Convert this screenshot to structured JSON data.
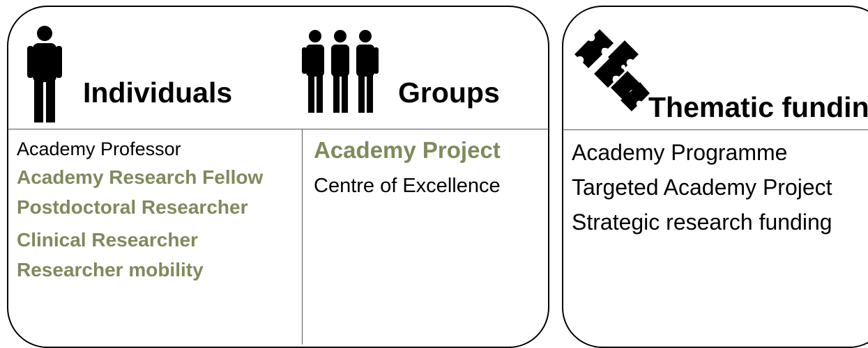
{
  "colors": {
    "highlight": "#7f8a5c",
    "text": "#000000",
    "border": "#000000"
  },
  "individuals": {
    "icon": "person-icon",
    "title": "Individuals",
    "items": [
      {
        "label": "Academy Professor",
        "highlight": false
      },
      {
        "label": "Academy Research Fellow",
        "highlight": true
      },
      {
        "label": "Postdoctoral Researcher",
        "highlight": true
      },
      {
        "label": "Clinical Researcher",
        "highlight": true
      },
      {
        "label": "Researcher mobility",
        "highlight": true
      }
    ]
  },
  "groups": {
    "icon": "group-of-people-icon",
    "title": "Groups",
    "items": [
      {
        "label": "Academy Project",
        "highlight": true
      },
      {
        "label": "Centre of Excellence",
        "highlight": false
      }
    ]
  },
  "thematic": {
    "icon": "puzzle-pieces-icon",
    "title": "Thematic funding",
    "items": [
      {
        "label": "Academy Programme",
        "highlight": false
      },
      {
        "label": "Targeted Academy Project",
        "highlight": false
      },
      {
        "label": "Strategic research funding",
        "highlight": false
      }
    ]
  }
}
